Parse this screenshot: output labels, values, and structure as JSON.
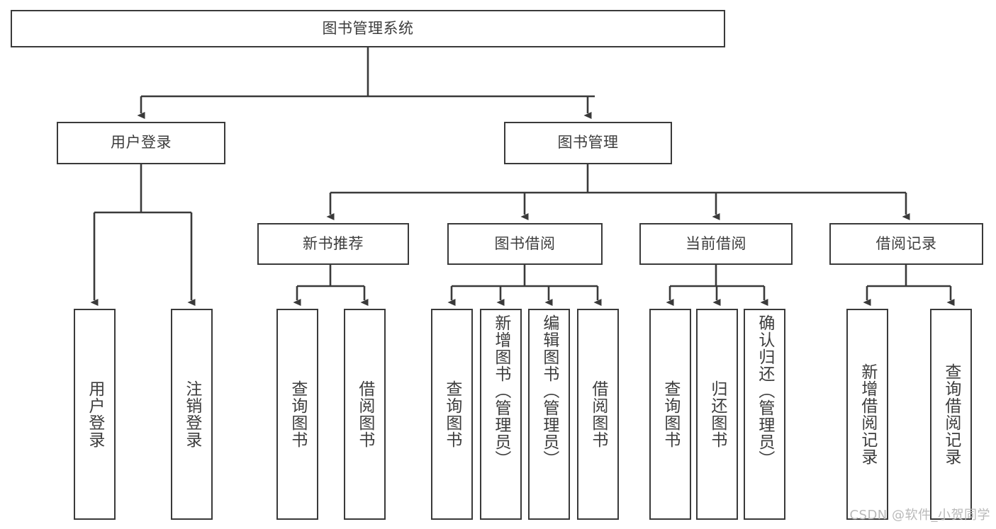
{
  "diagram": {
    "title": "图书管理系统",
    "type": "tree-hierarchy",
    "root": {
      "id": "root",
      "label": "图书管理系统"
    },
    "level2": [
      {
        "id": "user-login",
        "label": "用户登录"
      },
      {
        "id": "book-manage",
        "label": "图书管理"
      }
    ],
    "level3": [
      {
        "id": "new-book-rec",
        "label": "新书推荐",
        "parent": "book-manage"
      },
      {
        "id": "book-borrow",
        "label": "图书借阅",
        "parent": "book-manage"
      },
      {
        "id": "current-borrow",
        "label": "当前借阅",
        "parent": "book-manage"
      },
      {
        "id": "borrow-record",
        "label": "借阅记录",
        "parent": "book-manage"
      }
    ],
    "leaves": [
      {
        "id": "leaf-user-login",
        "label": "用户登录",
        "parent": "user-login"
      },
      {
        "id": "leaf-logout",
        "label": "注销登录",
        "parent": "user-login"
      },
      {
        "id": "leaf-query-book-1",
        "label": "查询图书",
        "parent": "new-book-rec"
      },
      {
        "id": "leaf-borrow-book-1",
        "label": "借阅图书",
        "parent": "new-book-rec"
      },
      {
        "id": "leaf-query-book-2",
        "label": "查询图书",
        "parent": "book-borrow"
      },
      {
        "id": "leaf-add-book",
        "label": "新增图书（管理员）",
        "parent": "book-borrow"
      },
      {
        "id": "leaf-edit-book",
        "label": "编辑图书（管理员）",
        "parent": "book-borrow"
      },
      {
        "id": "leaf-borrow-book-2",
        "label": "借阅图书",
        "parent": "book-borrow"
      },
      {
        "id": "leaf-query-book-3",
        "label": "查询图书",
        "parent": "current-borrow"
      },
      {
        "id": "leaf-return-book",
        "label": "归还图书",
        "parent": "current-borrow"
      },
      {
        "id": "leaf-confirm-return",
        "label": "确认归还（管理员）",
        "parent": "current-borrow"
      },
      {
        "id": "leaf-add-record",
        "label": "新增借阅记录",
        "parent": "borrow-record"
      },
      {
        "id": "leaf-query-record",
        "label": "查询借阅记录",
        "parent": "borrow-record"
      }
    ]
  },
  "watermark": {
    "text": "CSDN @软件_小贺同学"
  },
  "colors": {
    "stroke": "#3a3a3a",
    "text": "#3d3d3d",
    "background": "#ffffff",
    "watermark": "#b9b9b9"
  }
}
